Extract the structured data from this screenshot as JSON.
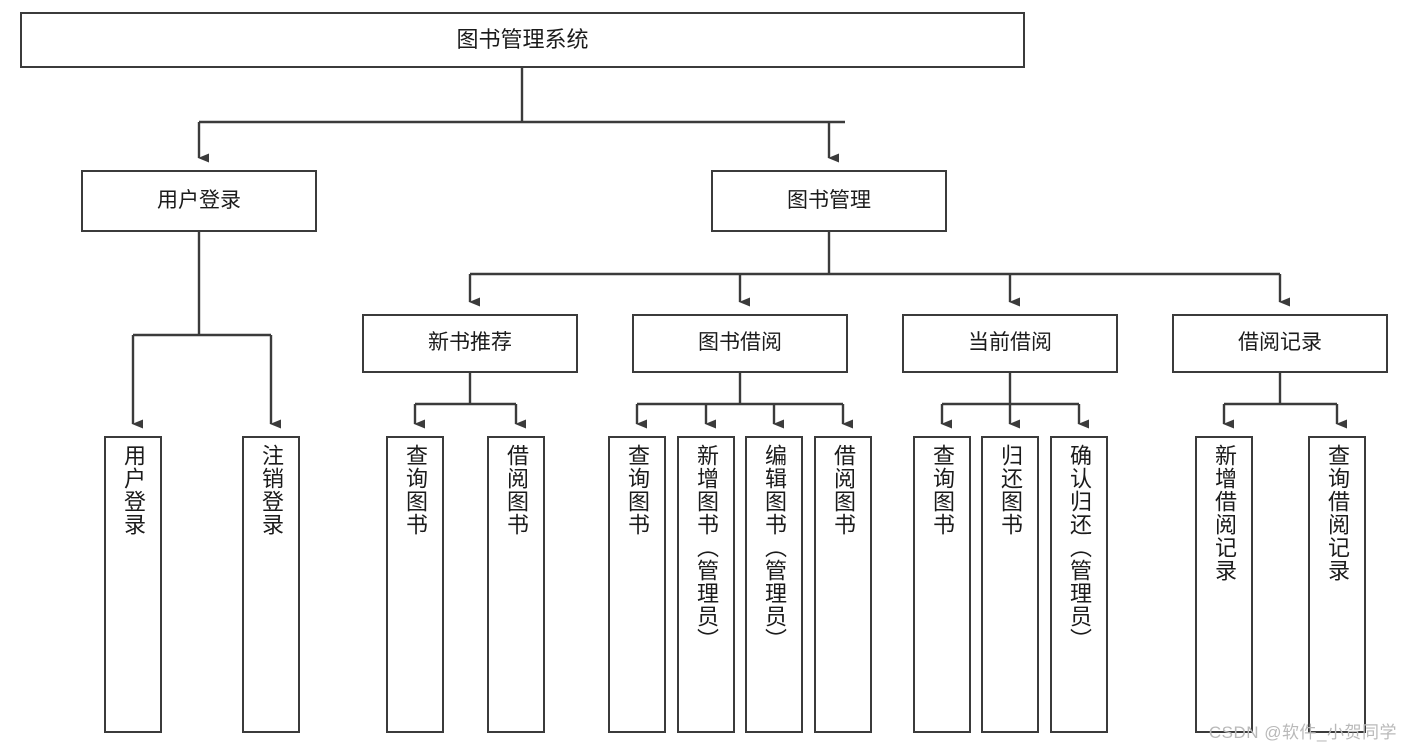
{
  "diagram": {
    "title": "图书管理系统",
    "type": "功能结构图",
    "colors": {
      "box_border": "#3b3b3b",
      "box_fill": "#ffffff",
      "connector": "#3b3b3b",
      "text": "#1b1b1b",
      "watermark": "#b9b9b9",
      "background": "#ffffff"
    },
    "watermark": "CSDN @软件_小贺同学",
    "nodes": {
      "root": {
        "label": "图书管理系统"
      },
      "level2": [
        {
          "label": "用户登录"
        },
        {
          "label": "图书管理"
        }
      ],
      "level3": [
        {
          "label": "新书推荐"
        },
        {
          "label": "图书借阅"
        },
        {
          "label": "当前借阅"
        },
        {
          "label": "借阅记录"
        }
      ],
      "leaves_user_login": [
        {
          "label": "用户登录"
        },
        {
          "label": "注销登录"
        }
      ],
      "leaves_new_book": [
        {
          "label": "查询图书"
        },
        {
          "label": "借阅图书"
        }
      ],
      "leaves_borrow": [
        {
          "label": "查询图书"
        },
        {
          "label": "新增图书（管理员）"
        },
        {
          "label": "编辑图书（管理员）"
        },
        {
          "label": "借阅图书"
        }
      ],
      "leaves_current": [
        {
          "label": "查询图书"
        },
        {
          "label": "归还图书"
        },
        {
          "label": "确认归还（管理员）"
        }
      ],
      "leaves_records": [
        {
          "label": "新增借阅记录"
        },
        {
          "label": "查询借阅记录"
        }
      ]
    }
  },
  "chart_data": {
    "type": "table",
    "title": "图书管理系统 功能结构图",
    "tree": {
      "name": "图书管理系统",
      "children": [
        {
          "name": "用户登录",
          "children": [
            {
              "name": "用户登录"
            },
            {
              "name": "注销登录"
            }
          ]
        },
        {
          "name": "图书管理",
          "children": [
            {
              "name": "新书推荐",
              "children": [
                {
                  "name": "查询图书"
                },
                {
                  "name": "借阅图书"
                }
              ]
            },
            {
              "name": "图书借阅",
              "children": [
                {
                  "name": "查询图书"
                },
                {
                  "name": "新增图书（管理员）"
                },
                {
                  "name": "编辑图书（管理员）"
                },
                {
                  "name": "借阅图书"
                }
              ]
            },
            {
              "name": "当前借阅",
              "children": [
                {
                  "name": "查询图书"
                },
                {
                  "name": "归还图书"
                },
                {
                  "name": "确认归还（管理员）"
                }
              ]
            },
            {
              "name": "借阅记录",
              "children": [
                {
                  "name": "新增借阅记录"
                },
                {
                  "name": "查询借阅记录"
                }
              ]
            }
          ]
        }
      ]
    }
  }
}
